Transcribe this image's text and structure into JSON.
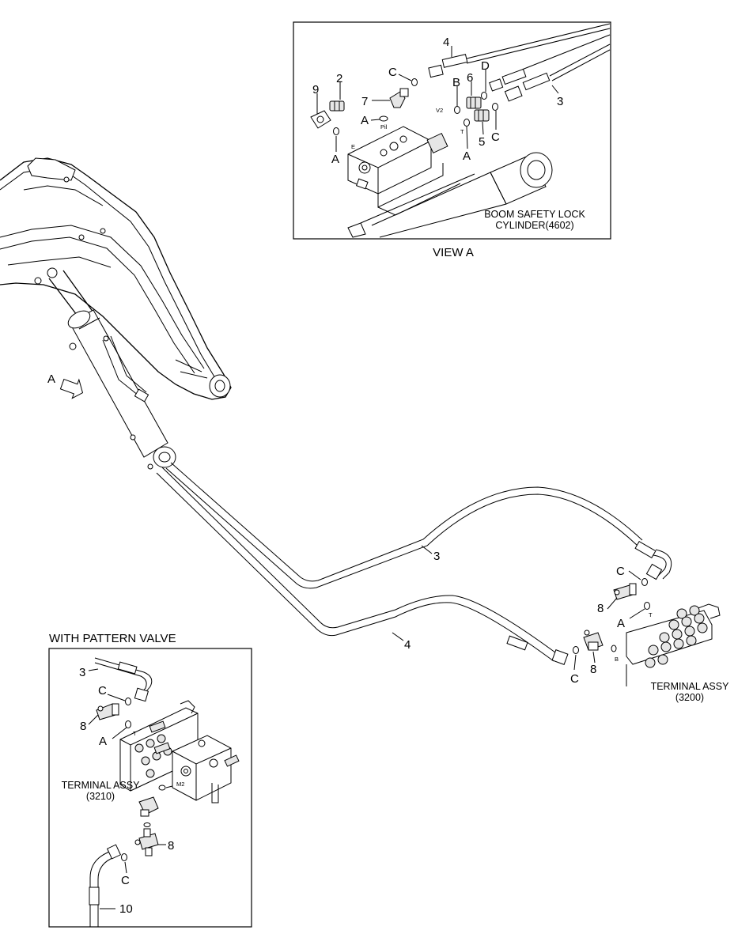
{
  "view_a": {
    "title": "VIEW A",
    "cylinder_label_1": "BOOM SAFETY LOCK",
    "cylinder_label_2": "CYLINDER(4602)",
    "callouts": {
      "c4": "4",
      "c2": "2",
      "c9": "9",
      "cC1": "C",
      "cB": "B",
      "c6": "6",
      "cD": "D",
      "c7": "7",
      "cA1": "A",
      "c3": "3",
      "cA2": "A",
      "cA3": "A",
      "c5": "5",
      "cC2": "C"
    },
    "ports": {
      "v2": "V2",
      "pi": "Pil",
      "e": "E",
      "t": "T"
    }
  },
  "main": {
    "arrow_label": "A",
    "callouts": {
      "c3": "3",
      "c4": "4",
      "cC1": "C",
      "c8a": "8",
      "cA": "A",
      "cC2": "C",
      "c8b": "8"
    },
    "ports": {
      "t": "T",
      "b": "B"
    },
    "terminal_1": "TERMINAL ASSY",
    "terminal_2": "(3200)"
  },
  "pattern": {
    "title": "WITH PATTERN VALVE",
    "callouts": {
      "c3": "3",
      "cC1": "C",
      "c8a": "8",
      "cA": "A",
      "c8b": "8",
      "cC2": "C",
      "c10": "10"
    },
    "ports": {
      "t": "T",
      "m2": "M2"
    },
    "terminal_1": "TERMINAL ASSY",
    "terminal_2": "(3210)"
  }
}
